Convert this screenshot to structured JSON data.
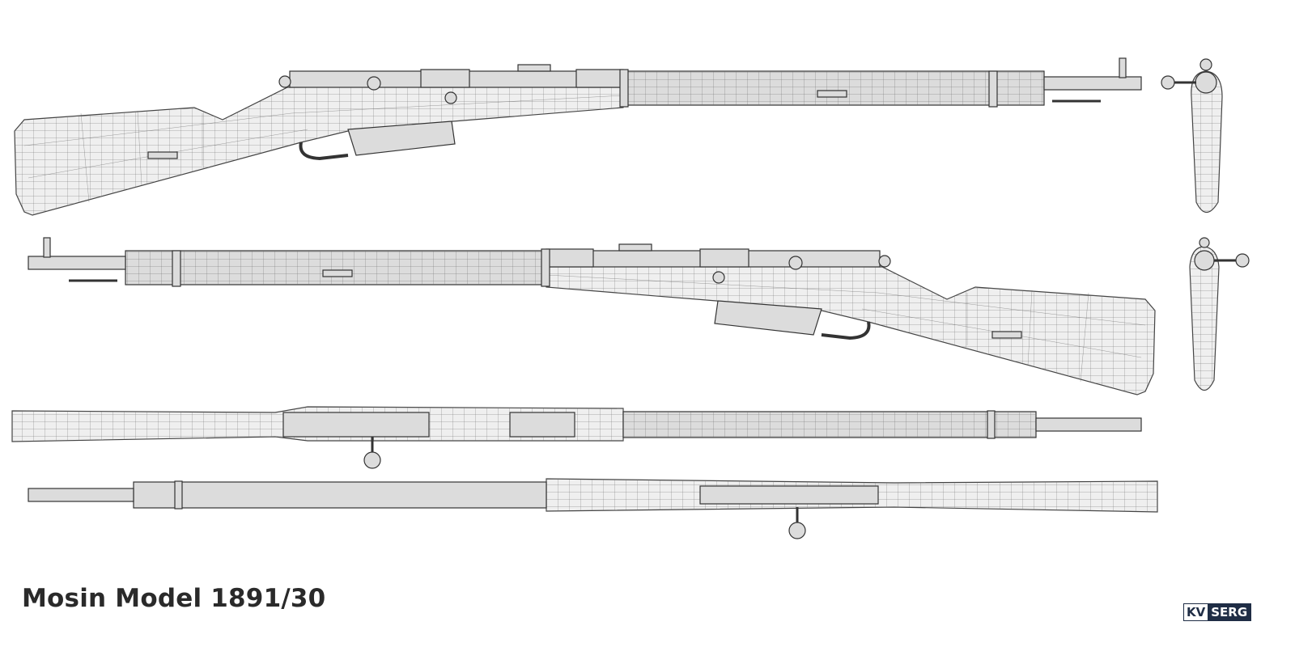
{
  "title": "Mosin Model 1891/30",
  "logo": {
    "part1": "KV",
    "part2": "SERG"
  },
  "views": [
    "side-right",
    "side-left",
    "top",
    "bottom",
    "front",
    "rear"
  ],
  "colors": {
    "background": "#ffffff",
    "model": "#e8e8e8",
    "wire": "#444444",
    "logo": "#1f2d45"
  }
}
